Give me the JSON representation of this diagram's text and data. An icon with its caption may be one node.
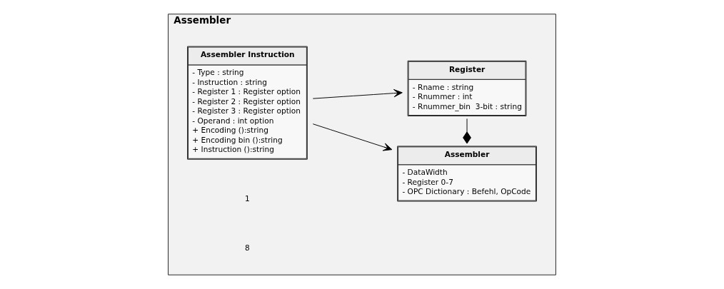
{
  "diagram": {
    "nodes": [
      {
        "text": [
          "Assembler"
        ]
      },
      {
        "text": [
          "Assembler Instruction",
          "- Type : string",
          "- Instruction : string",
          "- Register 1 : Register option",
          "- Register 2 : Register option",
          "- Register 3 : Register option",
          "- Operand : int option",
          "+ Encoding ():string",
          "+ Encoding bin ():string",
          "+ Instruction ():string"
        ],
        "in": 0
      },
      {
        "text": [
          "Assembler",
          "- DataWidth",
          "- Register 0-7",
          "- OPC Dictionary : Befehl, OpCode"
        ],
        "in": 0
      },
      {
        "text": [
          "Register",
          "- Rname : string",
          "- Rnummer : int",
          "- Rnummer_bin  3-bit : string"
        ],
        "in": 0
      }
    ],
    "edges": [
      {
        "from": 1,
        "to": 2,
        "arrow": "to"
      },
      {
        "from": 1,
        "to": 3,
        "arrow": "to"
      },
      {
        "from": 2,
        "to": 3,
        "arrow": "other"
      }
    ],
    "labels": [
      "1",
      "8"
    ]
  }
}
